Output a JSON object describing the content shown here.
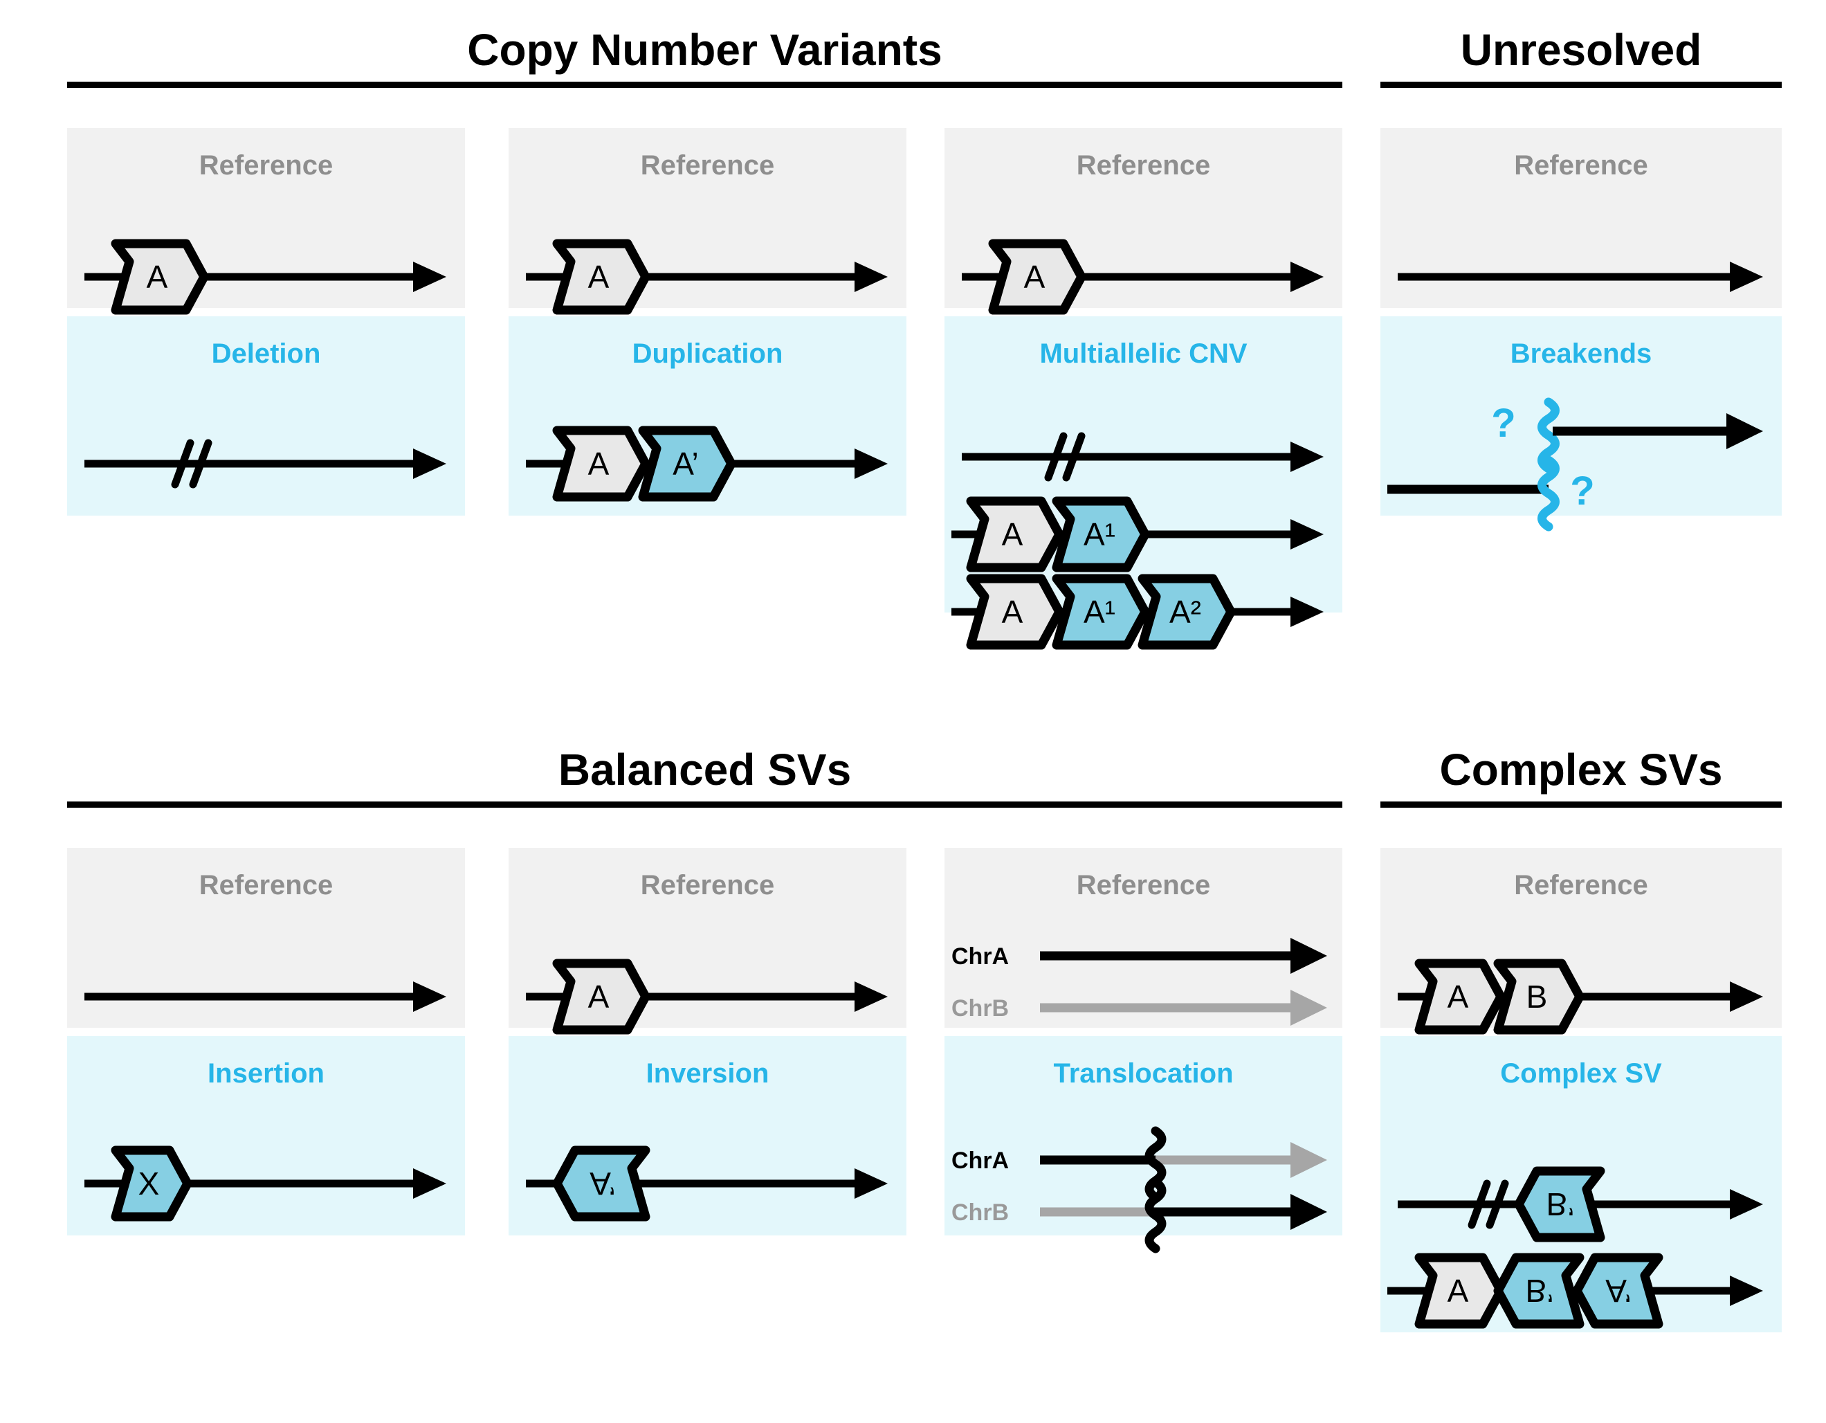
{
  "figure": {
    "title": "Structural variant classes schematic",
    "colors": {
      "accent_cyan": "#26b5e8",
      "block_blue_fill": "#86cfe3",
      "block_gray_fill": "#e8e8e8",
      "ref_band_bg": "#f1f1f1",
      "var_band_bg": "#e3f7fb",
      "ref_label_gray": "#8e8e8e",
      "chrb_gray": "#999999",
      "stroke_black": "#000000"
    }
  },
  "sections": [
    {
      "id": "copy-number-variants",
      "title": "Copy Number Variants",
      "panels": [
        {
          "id": "deletion",
          "reference_label": "Reference",
          "variant_label": "Deletion",
          "reference_rows": [
            {
              "blocks": [
                {
                  "text": "A",
                  "fill": "gray",
                  "flipped": false
                }
              ],
              "break": false
            }
          ],
          "variant_rows": [
            {
              "blocks": [],
              "break": true
            }
          ]
        },
        {
          "id": "duplication",
          "reference_label": "Reference",
          "variant_label": "Duplication",
          "reference_rows": [
            {
              "blocks": [
                {
                  "text": "A",
                  "fill": "gray",
                  "flipped": false
                }
              ],
              "break": false
            }
          ],
          "variant_rows": [
            {
              "blocks": [
                {
                  "text": "A",
                  "fill": "gray",
                  "flipped": false
                },
                {
                  "text": "A’",
                  "fill": "blue",
                  "flipped": false
                }
              ],
              "break": false
            }
          ]
        },
        {
          "id": "multiallelic-cnv",
          "reference_label": "Reference",
          "variant_label": "Multiallelic CNV",
          "reference_rows": [
            {
              "blocks": [
                {
                  "text": "A",
                  "fill": "gray",
                  "flipped": false
                }
              ],
              "break": false
            }
          ],
          "variant_rows": [
            {
              "blocks": [],
              "break": true
            },
            {
              "blocks": [
                {
                  "text": "A",
                  "fill": "gray",
                  "flipped": false
                },
                {
                  "text": "A¹",
                  "fill": "blue",
                  "flipped": false
                }
              ],
              "break": false
            },
            {
              "blocks": [
                {
                  "text": "A",
                  "fill": "gray",
                  "flipped": false
                },
                {
                  "text": "A¹",
                  "fill": "blue",
                  "flipped": false
                },
                {
                  "text": "A²",
                  "fill": "blue",
                  "flipped": false
                }
              ],
              "break": false
            }
          ]
        }
      ]
    },
    {
      "id": "unresolved",
      "title": "Unresolved",
      "panels": [
        {
          "id": "breakends",
          "reference_label": "Reference",
          "variant_label": "Breakends",
          "question_mark": "?",
          "reference_rows": [
            {
              "blocks": [],
              "break": false
            }
          ],
          "variant_rows": []
        }
      ]
    },
    {
      "id": "balanced-svs",
      "title": "Balanced SVs",
      "panels": [
        {
          "id": "insertion",
          "reference_label": "Reference",
          "variant_label": "Insertion",
          "reference_rows": [
            {
              "blocks": [],
              "break": false
            }
          ],
          "variant_rows": [
            {
              "blocks": [
                {
                  "text": "X",
                  "fill": "blue",
                  "flipped": false
                }
              ],
              "break": false
            }
          ]
        },
        {
          "id": "inversion",
          "reference_label": "Reference",
          "variant_label": "Inversion",
          "reference_rows": [
            {
              "blocks": [
                {
                  "text": "A",
                  "fill": "gray",
                  "flipped": false
                }
              ],
              "break": false
            }
          ],
          "variant_rows": [
            {
              "blocks": [
                {
                  "text": "A’",
                  "fill": "blue",
                  "flipped": true
                }
              ],
              "break": false
            }
          ]
        },
        {
          "id": "translocation",
          "reference_label": "Reference",
          "variant_label": "Translocation",
          "chr_labels": [
            "ChrA",
            "ChrB"
          ],
          "reference_rows": [],
          "variant_rows": []
        }
      ]
    },
    {
      "id": "complex-svs",
      "title": "Complex SVs",
      "panels": [
        {
          "id": "complex-sv",
          "reference_label": "Reference",
          "variant_label": "Complex SV",
          "reference_rows": [
            {
              "blocks": [
                {
                  "text": "A",
                  "fill": "gray",
                  "flipped": false
                },
                {
                  "text": "B",
                  "fill": "gray",
                  "flipped": false
                }
              ],
              "break": false
            }
          ],
          "variant_rows": [
            {
              "blocks": [
                {
                  "text": "B’",
                  "fill": "blue",
                  "flipped": true
                }
              ],
              "break": true
            },
            {
              "blocks": [
                {
                  "text": "A",
                  "fill": "gray",
                  "flipped": false
                },
                {
                  "text": "B’",
                  "fill": "blue",
                  "flipped": true
                },
                {
                  "text": "A’",
                  "fill": "blue",
                  "flipped": true
                }
              ],
              "break": false
            }
          ]
        }
      ]
    }
  ],
  "labels": {
    "reference": "Reference",
    "deletion": "Deletion",
    "duplication": "Duplication",
    "multiallelic_cnv": "Multiallelic CNV",
    "breakends": "Breakends",
    "insertion": "Insertion",
    "inversion": "Inversion",
    "translocation": "Translocation",
    "complex_sv": "Complex SV",
    "copy_number_variants": "Copy Number Variants",
    "unresolved": "Unresolved",
    "balanced_svs": "Balanced SVs",
    "complex_svs": "Complex SVs",
    "chr_a": "ChrA",
    "chr_b": "ChrB",
    "question": "?",
    "block_a": "A",
    "block_b": "B",
    "block_a_prime": "A’",
    "block_b_prime": "B’",
    "block_a1": "A¹",
    "block_a2": "A²",
    "block_x": "X"
  }
}
